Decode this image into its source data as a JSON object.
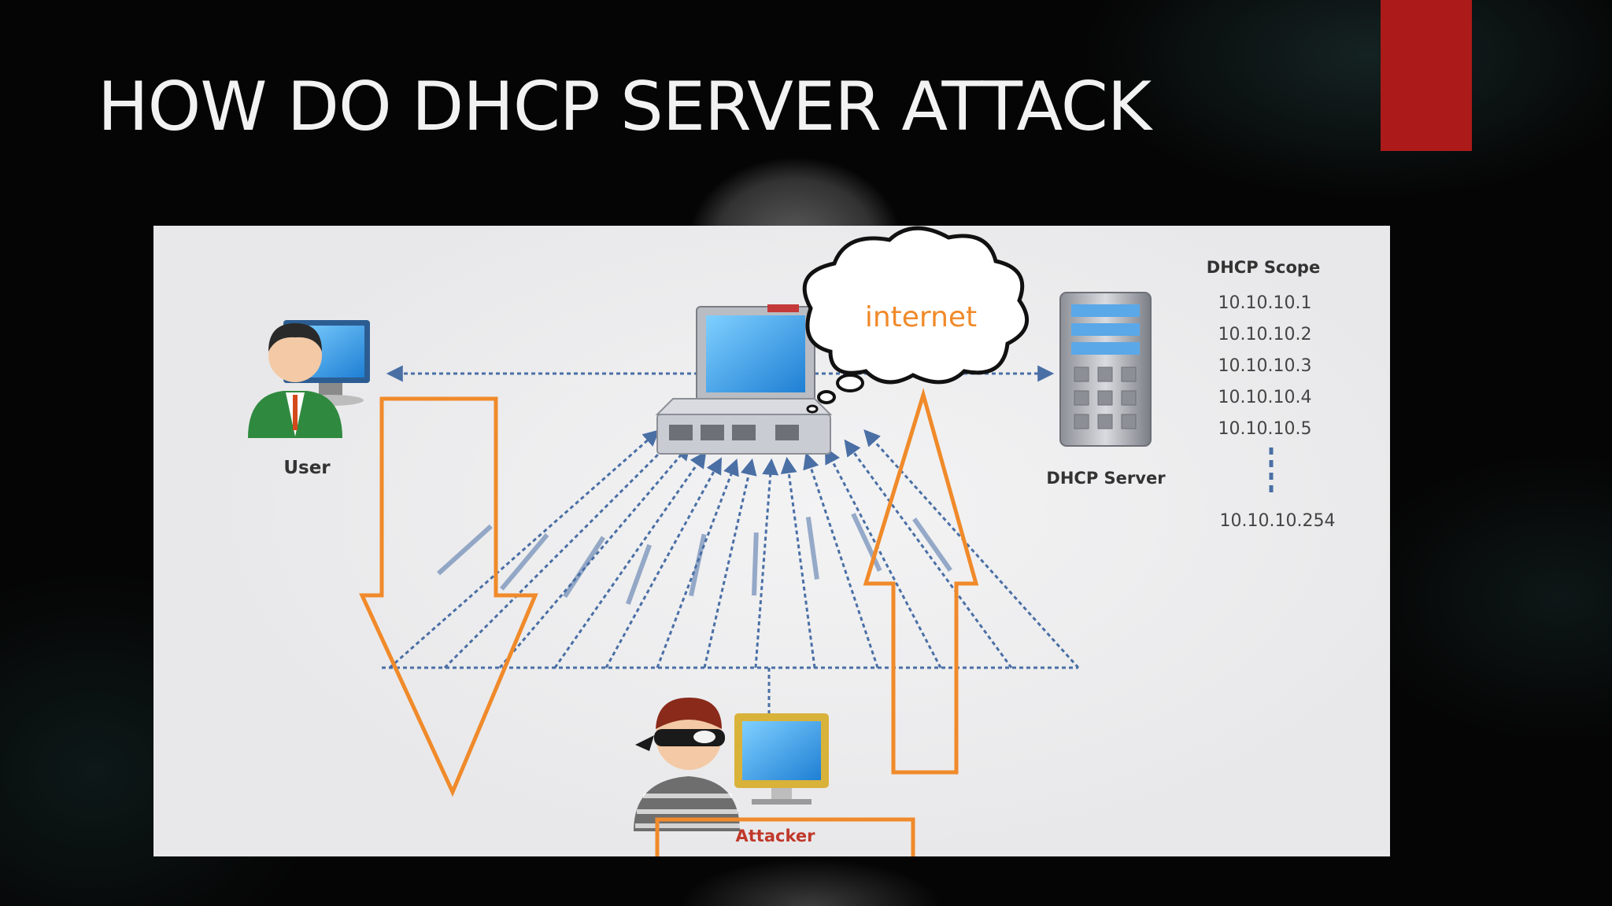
{
  "slide": {
    "title": "HOW DO DHCP SERVER ATTACK"
  },
  "diagram": {
    "user_label": "User",
    "internet_label": "internet",
    "server_label": "DHCP Server",
    "attacker_label": "Attacker",
    "scope_title": "DHCP Scope",
    "scope_addresses": [
      "10.10.10.1",
      "10.10.10.2",
      "10.10.10.3",
      "10.10.10.4",
      "10.10.10.5"
    ],
    "scope_last": "10.10.10.254"
  },
  "colors": {
    "accent_red": "#ad1a1a",
    "arrow_orange": "#f08a2a",
    "link_blue": "#4a6fa5"
  }
}
